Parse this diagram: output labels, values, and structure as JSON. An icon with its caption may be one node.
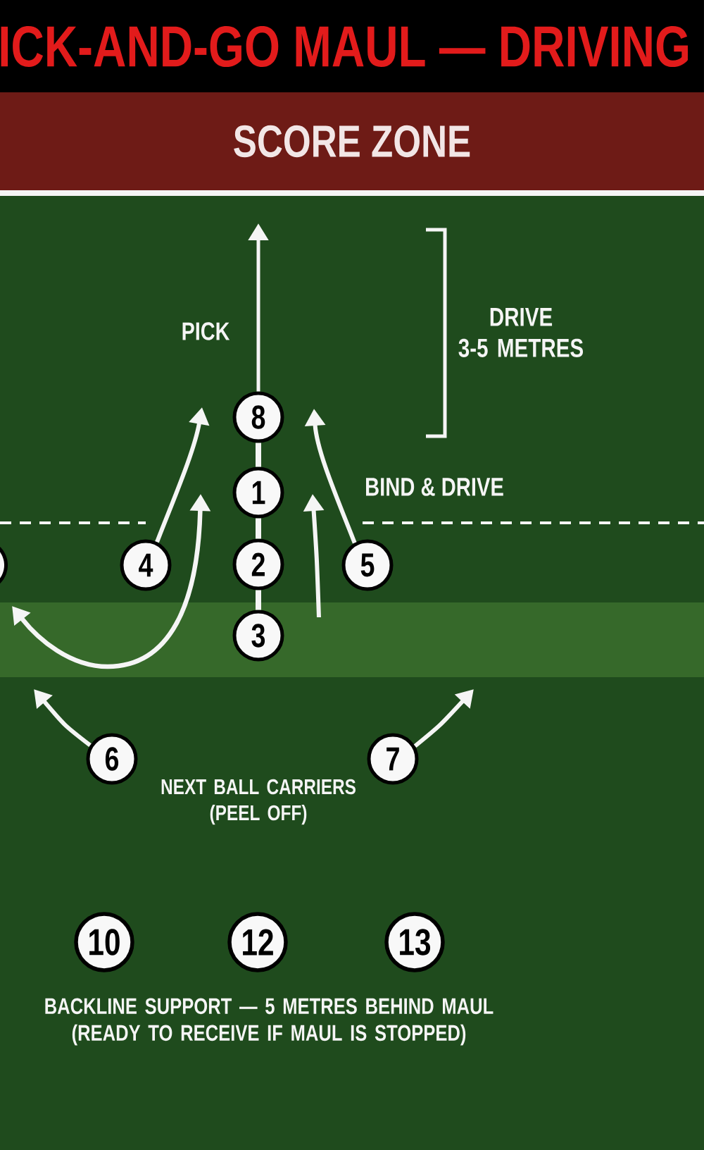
{
  "diagram": {
    "title": "ICK-AND-GO MAUL — DRIVING",
    "nodes": [
      {
        "text": [
          "SCORE ZONE"
        ]
      },
      {
        "text": [
          "8"
        ]
      },
      {
        "text": [
          "1"
        ]
      },
      {
        "text": [],
        "shape": "circle"
      },
      {
        "text": [
          "4"
        ]
      },
      {
        "text": [
          "2"
        ]
      },
      {
        "text": [
          "5"
        ]
      },
      {
        "text": [
          "3"
        ]
      },
      {
        "text": [
          "6"
        ]
      },
      {
        "text": [
          "7"
        ]
      },
      {
        "text": [
          "10"
        ]
      },
      {
        "text": [
          "12"
        ]
      },
      {
        "text": [
          "13"
        ]
      }
    ],
    "edges": [
      {
        "from": 1,
        "to": null,
        "arrow": "to",
        "label": "PICK"
      },
      {
        "from": 1,
        "to": 2,
        "arrow": "none"
      },
      {
        "from": 2,
        "to": 5,
        "arrow": "none"
      },
      {
        "from": 5,
        "to": 7,
        "arrow": "none"
      },
      {
        "from": 4,
        "to": null,
        "arrow": "to"
      },
      {
        "from": 6,
        "to": null,
        "arrow": "to"
      },
      {
        "from": 8,
        "to": null,
        "arrow": "to"
      },
      {
        "from": 9,
        "to": null,
        "arrow": "to"
      }
    ],
    "labels": [
      "DRIVE 3-5 METRES",
      "BIND & DRIVE",
      "NEXT BALL CARRIERS (PEEL OFF)",
      "BACKLINE SUPPORT — 5 METRES BEHIND MAUL (READY TO RECEIVE IF MAUL IS STOPPED)"
    ]
  }
}
